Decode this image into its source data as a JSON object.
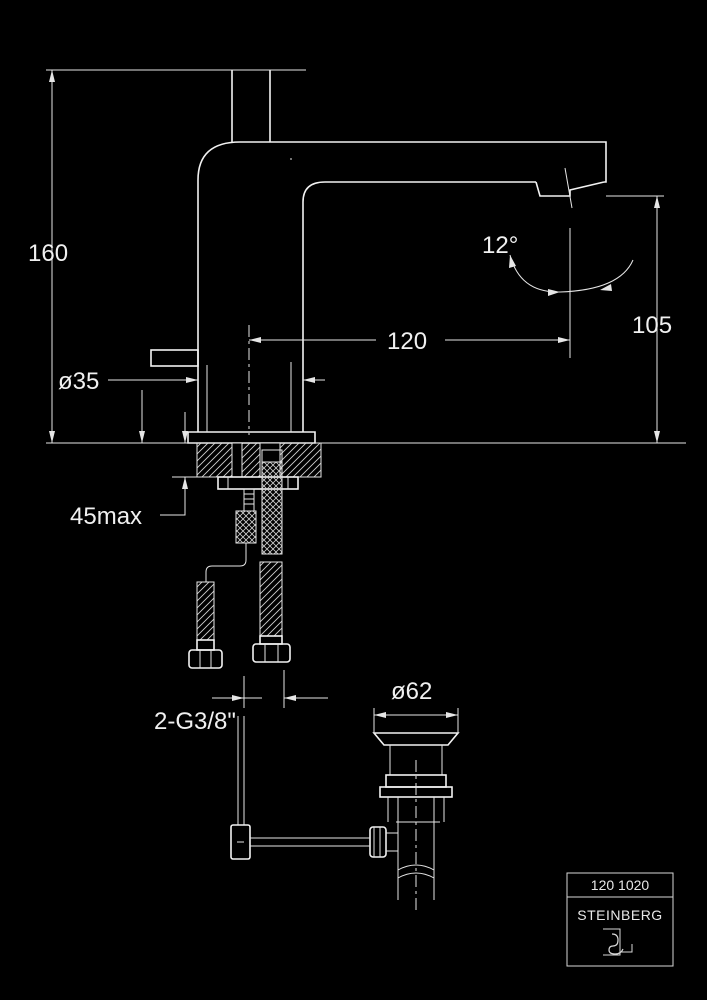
{
  "dimensions": {
    "height_total": "160",
    "projection": "120",
    "spout_height": "105",
    "angle": "12°",
    "body_diameter": "ø35",
    "max_thickness": "45max",
    "connection": "2-G3/8\"",
    "waste_diameter": "ø62"
  },
  "title_block": {
    "article_number": "120 1020",
    "brand": "STEINBERG",
    "logo_icon": "steinberg-logo-icon"
  },
  "colors": {
    "background": "#000000",
    "lines": "#e6e6e6"
  }
}
